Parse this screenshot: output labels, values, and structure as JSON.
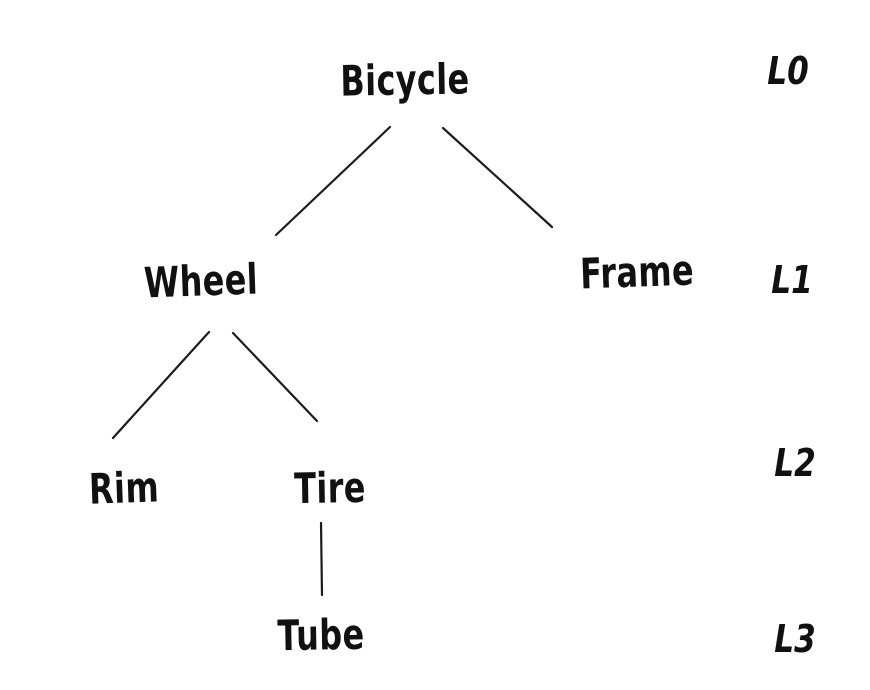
{
  "diagram": {
    "type": "tree",
    "style": "hand-drawn",
    "background_color": "#ffffff",
    "stroke_color": "#1c1c1c",
    "text_color": "#111111",
    "nodes": [
      {
        "id": "bicycle",
        "label": "Bicycle",
        "level": 0,
        "parent": null
      },
      {
        "id": "wheel",
        "label": "Wheel",
        "level": 1,
        "parent": "bicycle"
      },
      {
        "id": "frame",
        "label": "Frame",
        "level": 1,
        "parent": "bicycle"
      },
      {
        "id": "rim",
        "label": "Rim",
        "level": 2,
        "parent": "wheel"
      },
      {
        "id": "tire",
        "label": "Tire",
        "level": 2,
        "parent": "wheel"
      },
      {
        "id": "tube",
        "label": "Tube",
        "level": 3,
        "parent": "tire"
      }
    ],
    "edges": [
      {
        "from": "Bicycle",
        "to": "Wheel"
      },
      {
        "from": "Bicycle",
        "to": "Frame"
      },
      {
        "from": "Wheel",
        "to": "Rim"
      },
      {
        "from": "Wheel",
        "to": "Tire"
      },
      {
        "from": "Tire",
        "to": "Tube"
      }
    ],
    "level_labels": [
      {
        "label": "L0"
      },
      {
        "label": "L1"
      },
      {
        "label": "L2"
      },
      {
        "label": "L3"
      }
    ]
  }
}
